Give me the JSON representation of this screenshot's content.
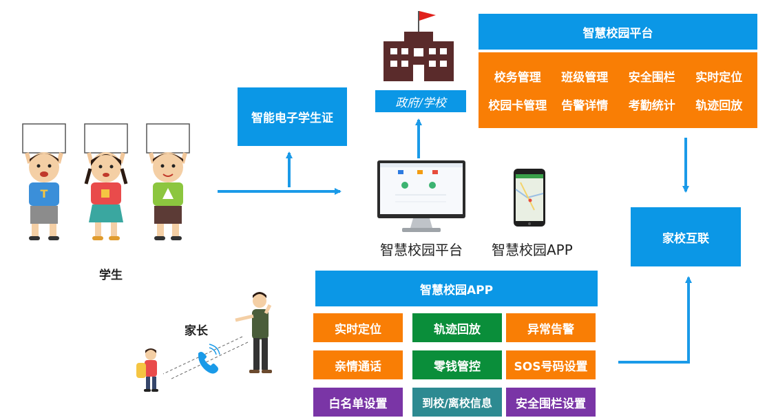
{
  "nodes": {
    "student_id_card": "智能电子学生证",
    "gov_school": "政府/学校",
    "platform_caption": "智慧校园平台",
    "app_caption": "智慧校园APP",
    "home_school": "家校互联",
    "students": "学生",
    "parents": "家长"
  },
  "platform_panel": {
    "title": "智慧校园平台",
    "features": [
      "校务管理",
      "班级管理",
      "安全围栏",
      "实时定位",
      "校园卡管理",
      "告警详情",
      "考勤统计",
      "轨迹回放"
    ]
  },
  "app_panel": {
    "title": "智慧校园APP",
    "features": [
      {
        "label": "实时定位",
        "color": "orange"
      },
      {
        "label": "轨迹回放",
        "color": "green"
      },
      {
        "label": "异常告警",
        "color": "orange"
      },
      {
        "label": "亲情通话",
        "color": "orange"
      },
      {
        "label": "零钱管控",
        "color": "green"
      },
      {
        "label": "SOS号码设置",
        "color": "orange"
      },
      {
        "label": "白名单设置",
        "color": "purple"
      },
      {
        "label": "到校/离校信息",
        "color": "teal"
      },
      {
        "label": "安全围栏设置",
        "color": "purple"
      }
    ]
  },
  "colors": {
    "blue": "#0b97e6",
    "orange": "#f97e05",
    "green": "#0a8e3a",
    "teal": "#2d8a91",
    "purple": "#7a35a6",
    "arrow": "#1a9ae8",
    "building": "#5a2b2b",
    "flag": "#e0201b"
  }
}
